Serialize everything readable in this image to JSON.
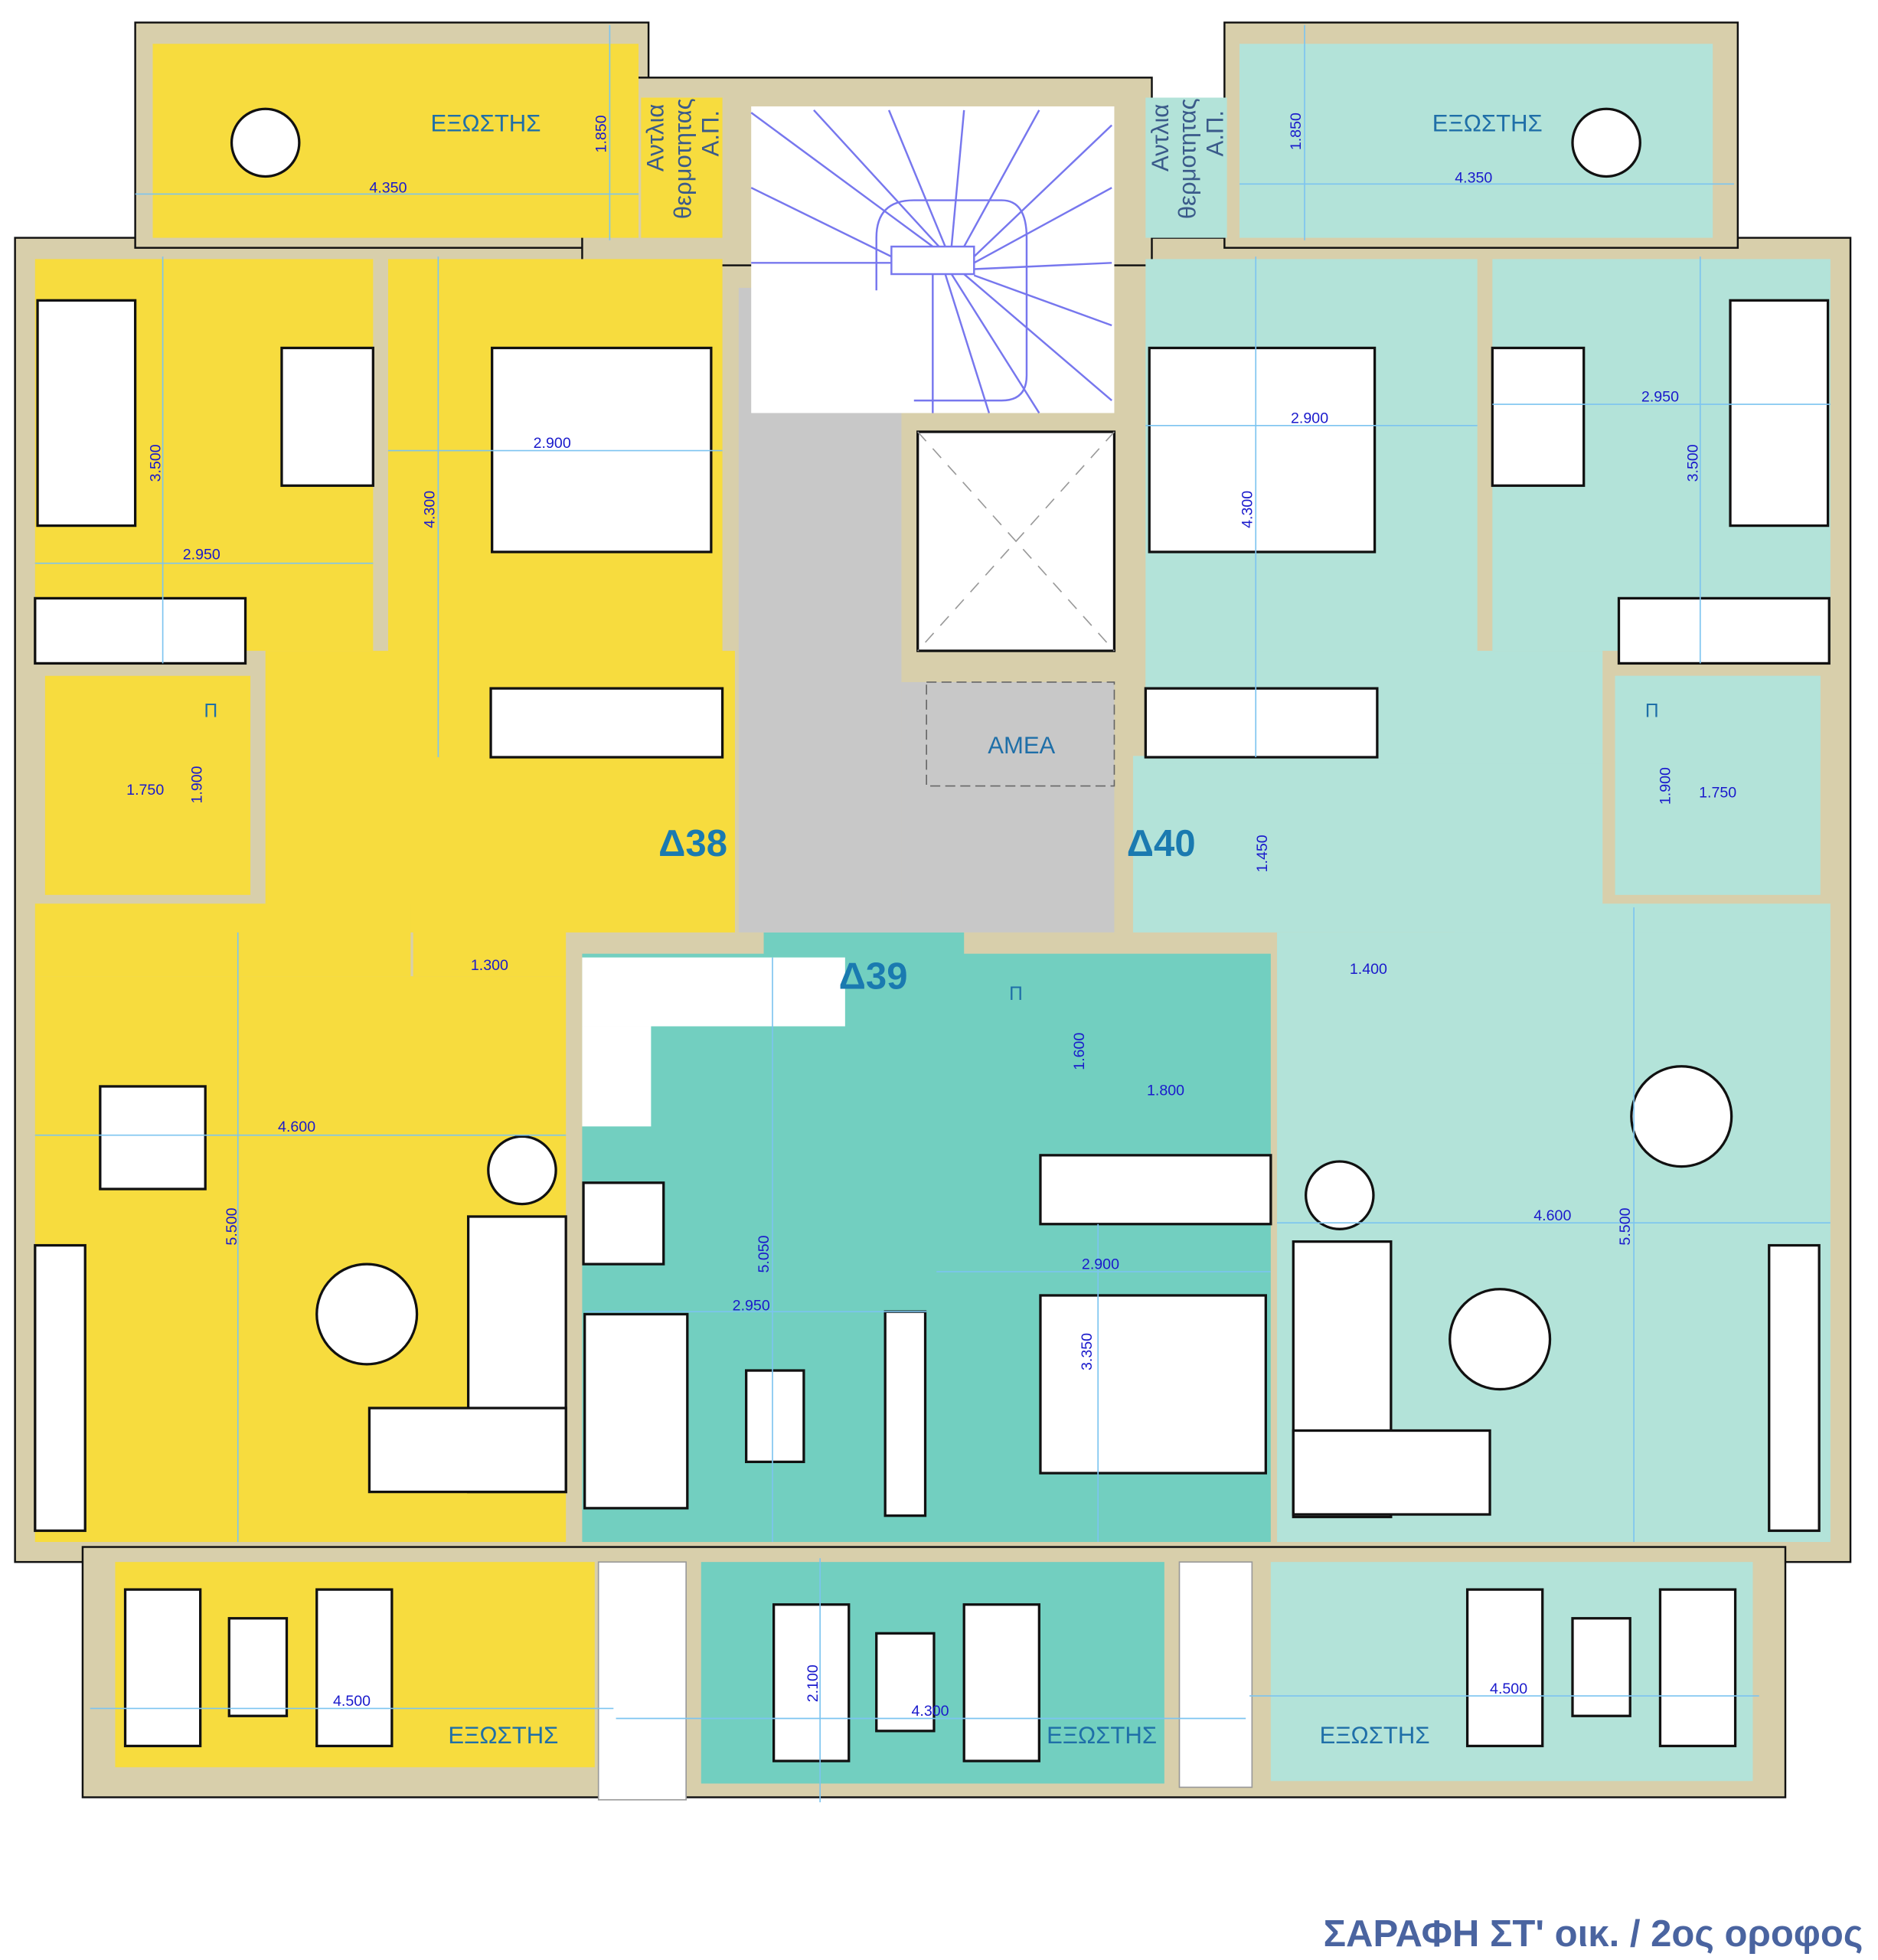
{
  "title": "ΣΑΡΑΦΗ ΣΤ' οικ. / 2ος οροφος",
  "colors": {
    "apt38": "#f7dc3e",
    "apt40": "#b3e3d9",
    "apt39": "#72cfc0",
    "wall": "#d8cfab",
    "corridor": "#c8c8c8",
    "dimension": "#1a1acc",
    "label": "#1f6fa8"
  },
  "apartments": {
    "d38": "Δ38",
    "d39": "Δ39",
    "d40": "Δ40"
  },
  "labels": {
    "balcony": "ΕΞΩΣΤΗΣ",
    "pump_line1": "Αντλια",
    "pump_line2": "θερμοτητας",
    "pump_line3": "Α.Π.",
    "accessible": "ΑΜΕΑ",
    "closet": "Π"
  },
  "dimensions": {
    "d38": [
      "4.350",
      "1.850",
      "2.900",
      "4.300",
      "3.500",
      "2.950",
      "1.750",
      "1.900",
      "1.300",
      "4.600",
      "5.500",
      "4.500"
    ],
    "d40": [
      "1.850",
      "4.350",
      "2.900",
      "4.300",
      "2.950",
      "3.500",
      "1.900",
      "1.750",
      "1.450",
      "1.400",
      "4.600",
      "5.500",
      "4.500"
    ],
    "d39": [
      "1.600",
      "1.800",
      "5.050",
      "2.950",
      "2.900",
      "3.350",
      "2.100",
      "4.300"
    ]
  }
}
